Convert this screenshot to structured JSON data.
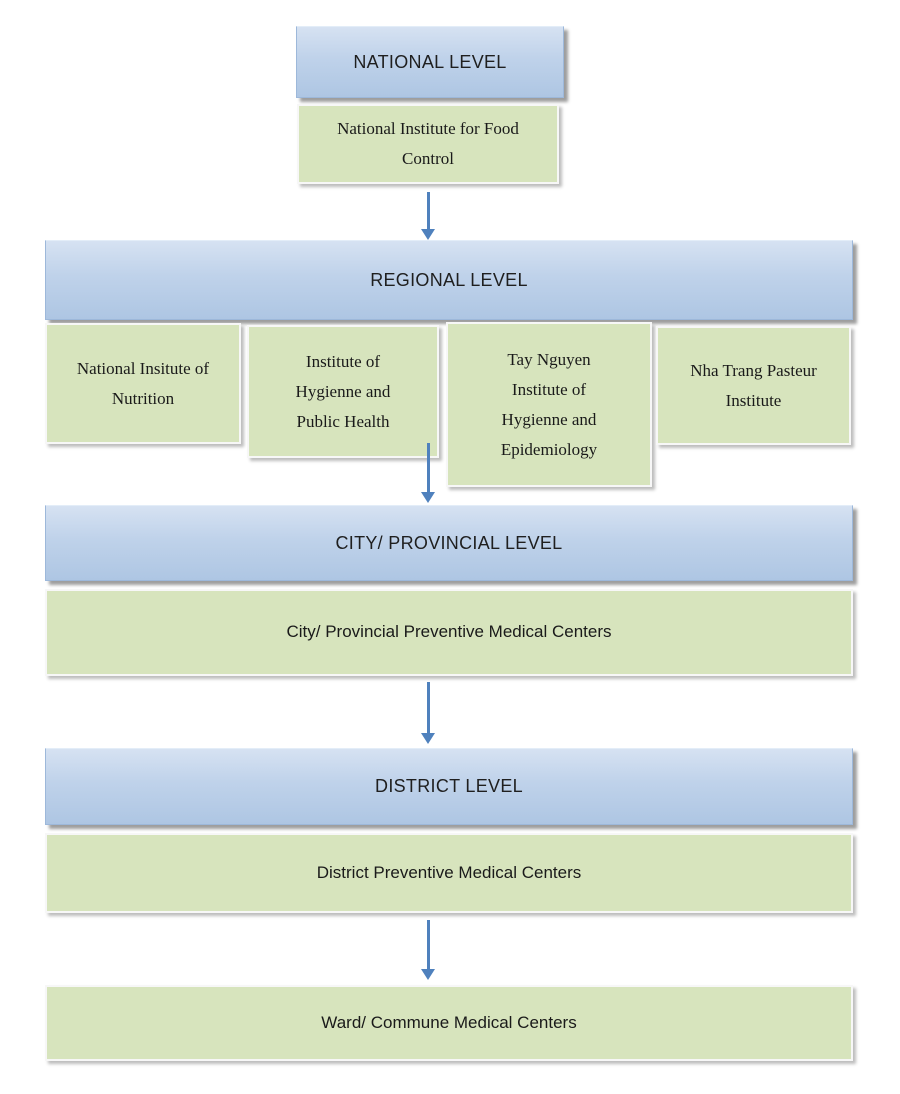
{
  "chart": {
    "national": {
      "header": "NATIONAL LEVEL",
      "body": "National Institute for Food Control"
    },
    "regional": {
      "header": "REGIONAL LEVEL",
      "institutes": [
        "National Insitute of Nutrition",
        "Institute of Hygienne and Public Health",
        "Tay Nguyen Institute of Hygienne and Epidemiology",
        "Nha Trang Pasteur Institute"
      ]
    },
    "city_provincial": {
      "header": "CITY/ PROVINCIAL LEVEL",
      "body": "City/ Provincial Preventive Medical Centers"
    },
    "district": {
      "header": "DISTRICT LEVEL",
      "body": "District Preventive Medical Centers"
    },
    "ward_commune": {
      "body": "Ward/ Commune Medical Centers"
    },
    "colors": {
      "level_header_fill": "#b8cce4",
      "body_box_fill": "#d7e4bd",
      "arrow": "#4f81bd"
    }
  }
}
